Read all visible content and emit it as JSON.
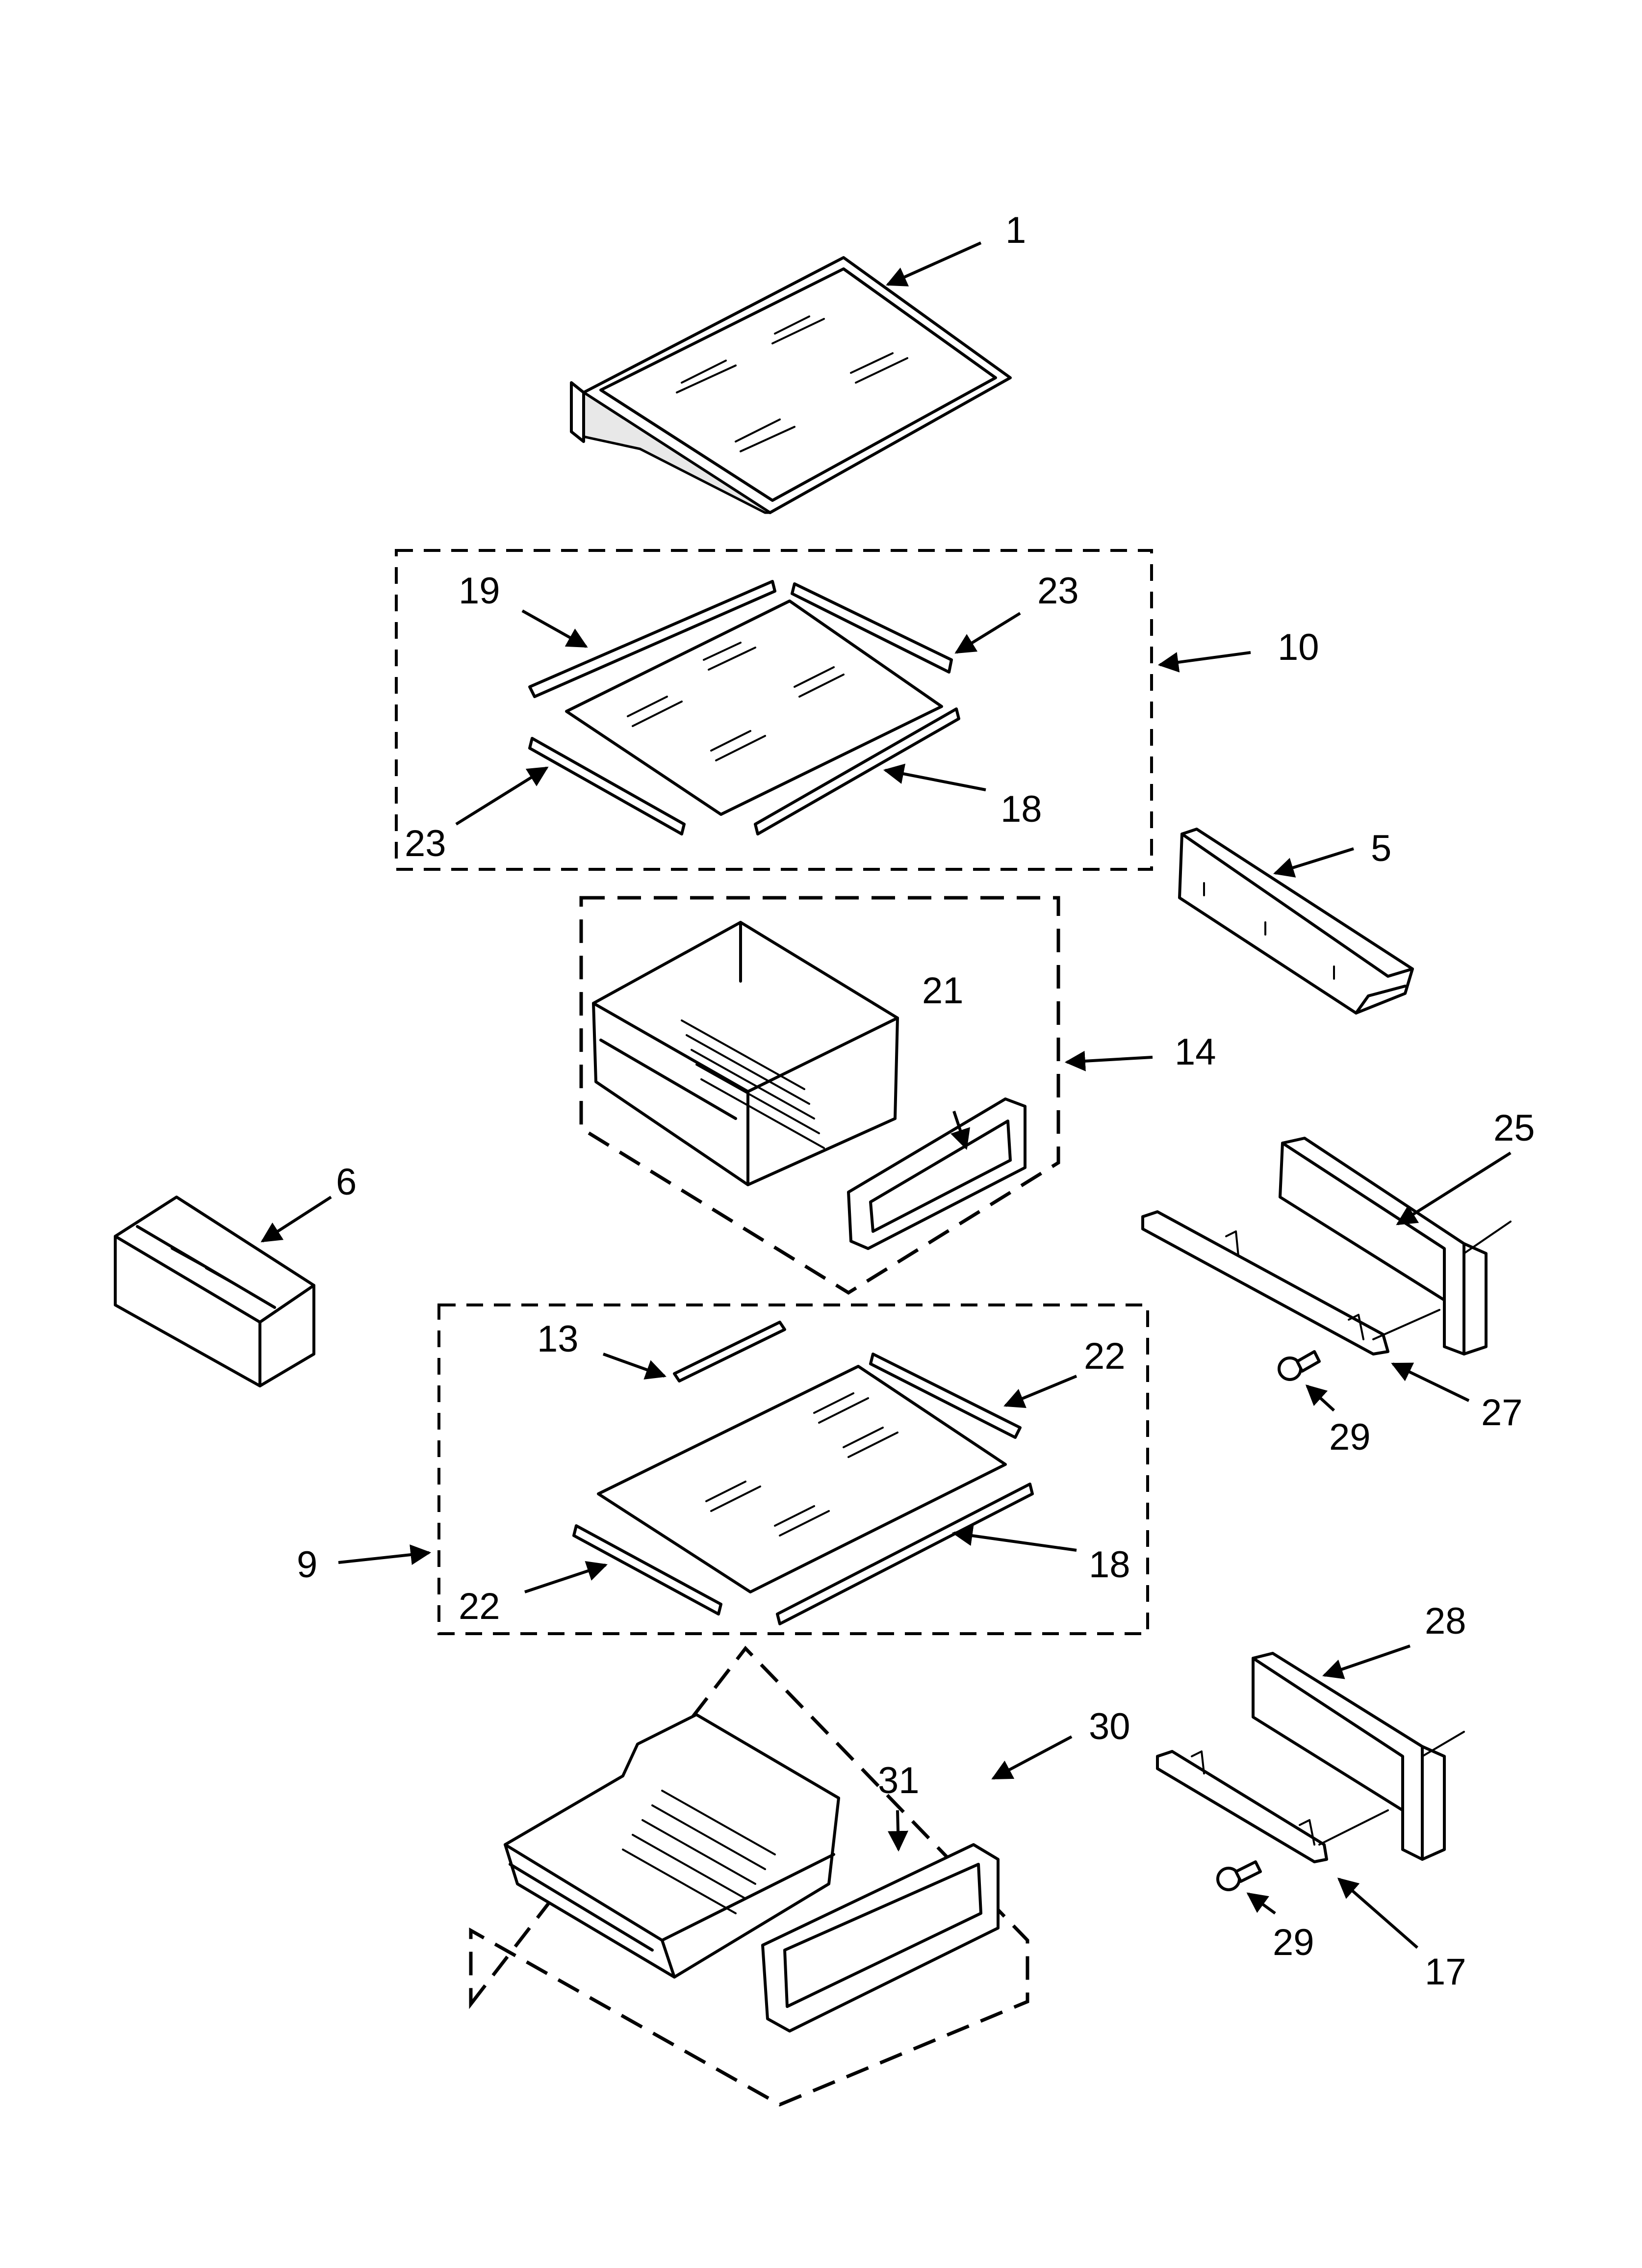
{
  "callouts": {
    "c1": "1",
    "c19": "19",
    "c23a": "23",
    "c10": "10",
    "c23b": "23",
    "c18a": "18",
    "c5": "5",
    "c21": "21",
    "c14": "14",
    "c6": "6",
    "c25": "25",
    "c13": "13",
    "c22a": "22",
    "c27": "27",
    "c29a": "29",
    "c9": "9",
    "c18b": "18",
    "c22b": "22",
    "c28": "28",
    "c30": "30",
    "c31": "31",
    "c29b": "29",
    "c17": "17"
  }
}
